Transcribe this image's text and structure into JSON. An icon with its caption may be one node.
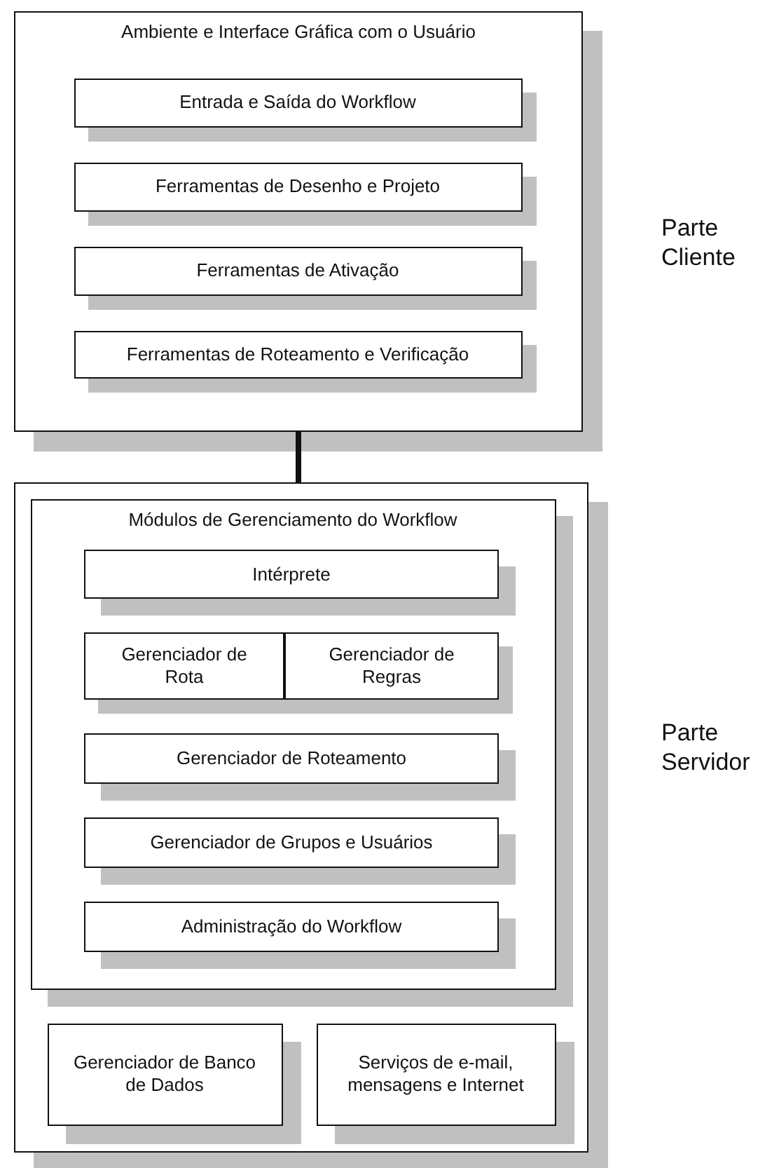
{
  "diagram": {
    "nodes": [
      {
        "text": [
          "Ambiente e Interface Gráfica com o Usuário"
        ],
        "beside": [
          "Parte Cliente"
        ]
      },
      {
        "text": [
          "Entrada e Saída do Workflow"
        ],
        "in": 0
      },
      {
        "text": [
          "Ferramentas de Desenho e Projeto"
        ],
        "in": 0
      },
      {
        "text": [
          "Ferramentas de Ativação"
        ],
        "in": 0
      },
      {
        "text": [
          "Ferramentas de Roteamento e Verificação"
        ],
        "in": 0
      },
      {
        "text": [],
        "shape": "box",
        "beside": [
          "Parte Servidor"
        ]
      },
      {
        "text": [
          "Módulos de Gerenciamento do Workflow"
        ],
        "in": 5
      },
      {
        "text": [
          "Intérprete"
        ],
        "in": 6
      },
      {
        "text": [
          "Gerenciador de Rota"
        ],
        "in": 6
      },
      {
        "text": [
          "Gerenciador de Regras"
        ],
        "in": 6
      },
      {
        "text": [
          "Gerenciador de Roteamento"
        ],
        "in": 6
      },
      {
        "text": [
          "Gerenciador de Grupos e Usuários"
        ],
        "in": 6
      },
      {
        "text": [
          "Administração do Workflow"
        ],
        "in": 6
      },
      {
        "text": [
          "Gerenciador de Banco de Dados"
        ],
        "in": 5
      },
      {
        "text": [
          "Serviços de e-mail, mensagens e Internet"
        ],
        "in": 5
      }
    ],
    "edges": [
      {
        "from": 0,
        "to": 5,
        "arrow": "none"
      }
    ]
  }
}
